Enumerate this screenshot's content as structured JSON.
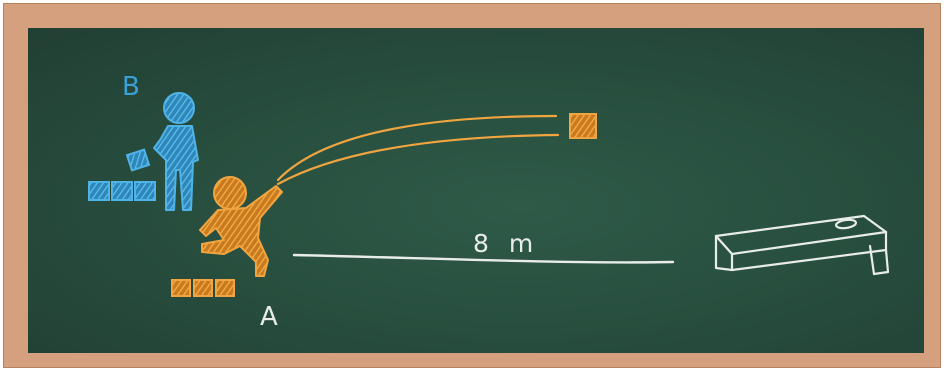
{
  "labels": {
    "person_b": "B",
    "person_a": "A",
    "distance": "8 m"
  },
  "colors": {
    "frame": "#d4a07e",
    "board": "#284f3f",
    "person_b": "#3aa0d8",
    "person_a": "#e89a2c",
    "chalk_white": "#e8ede9"
  },
  "icons": {
    "person_b": "standing-person-icon",
    "person_a": "throwing-person-icon",
    "beanbag": "beanbag-icon",
    "board": "cornhole-board-icon"
  }
}
